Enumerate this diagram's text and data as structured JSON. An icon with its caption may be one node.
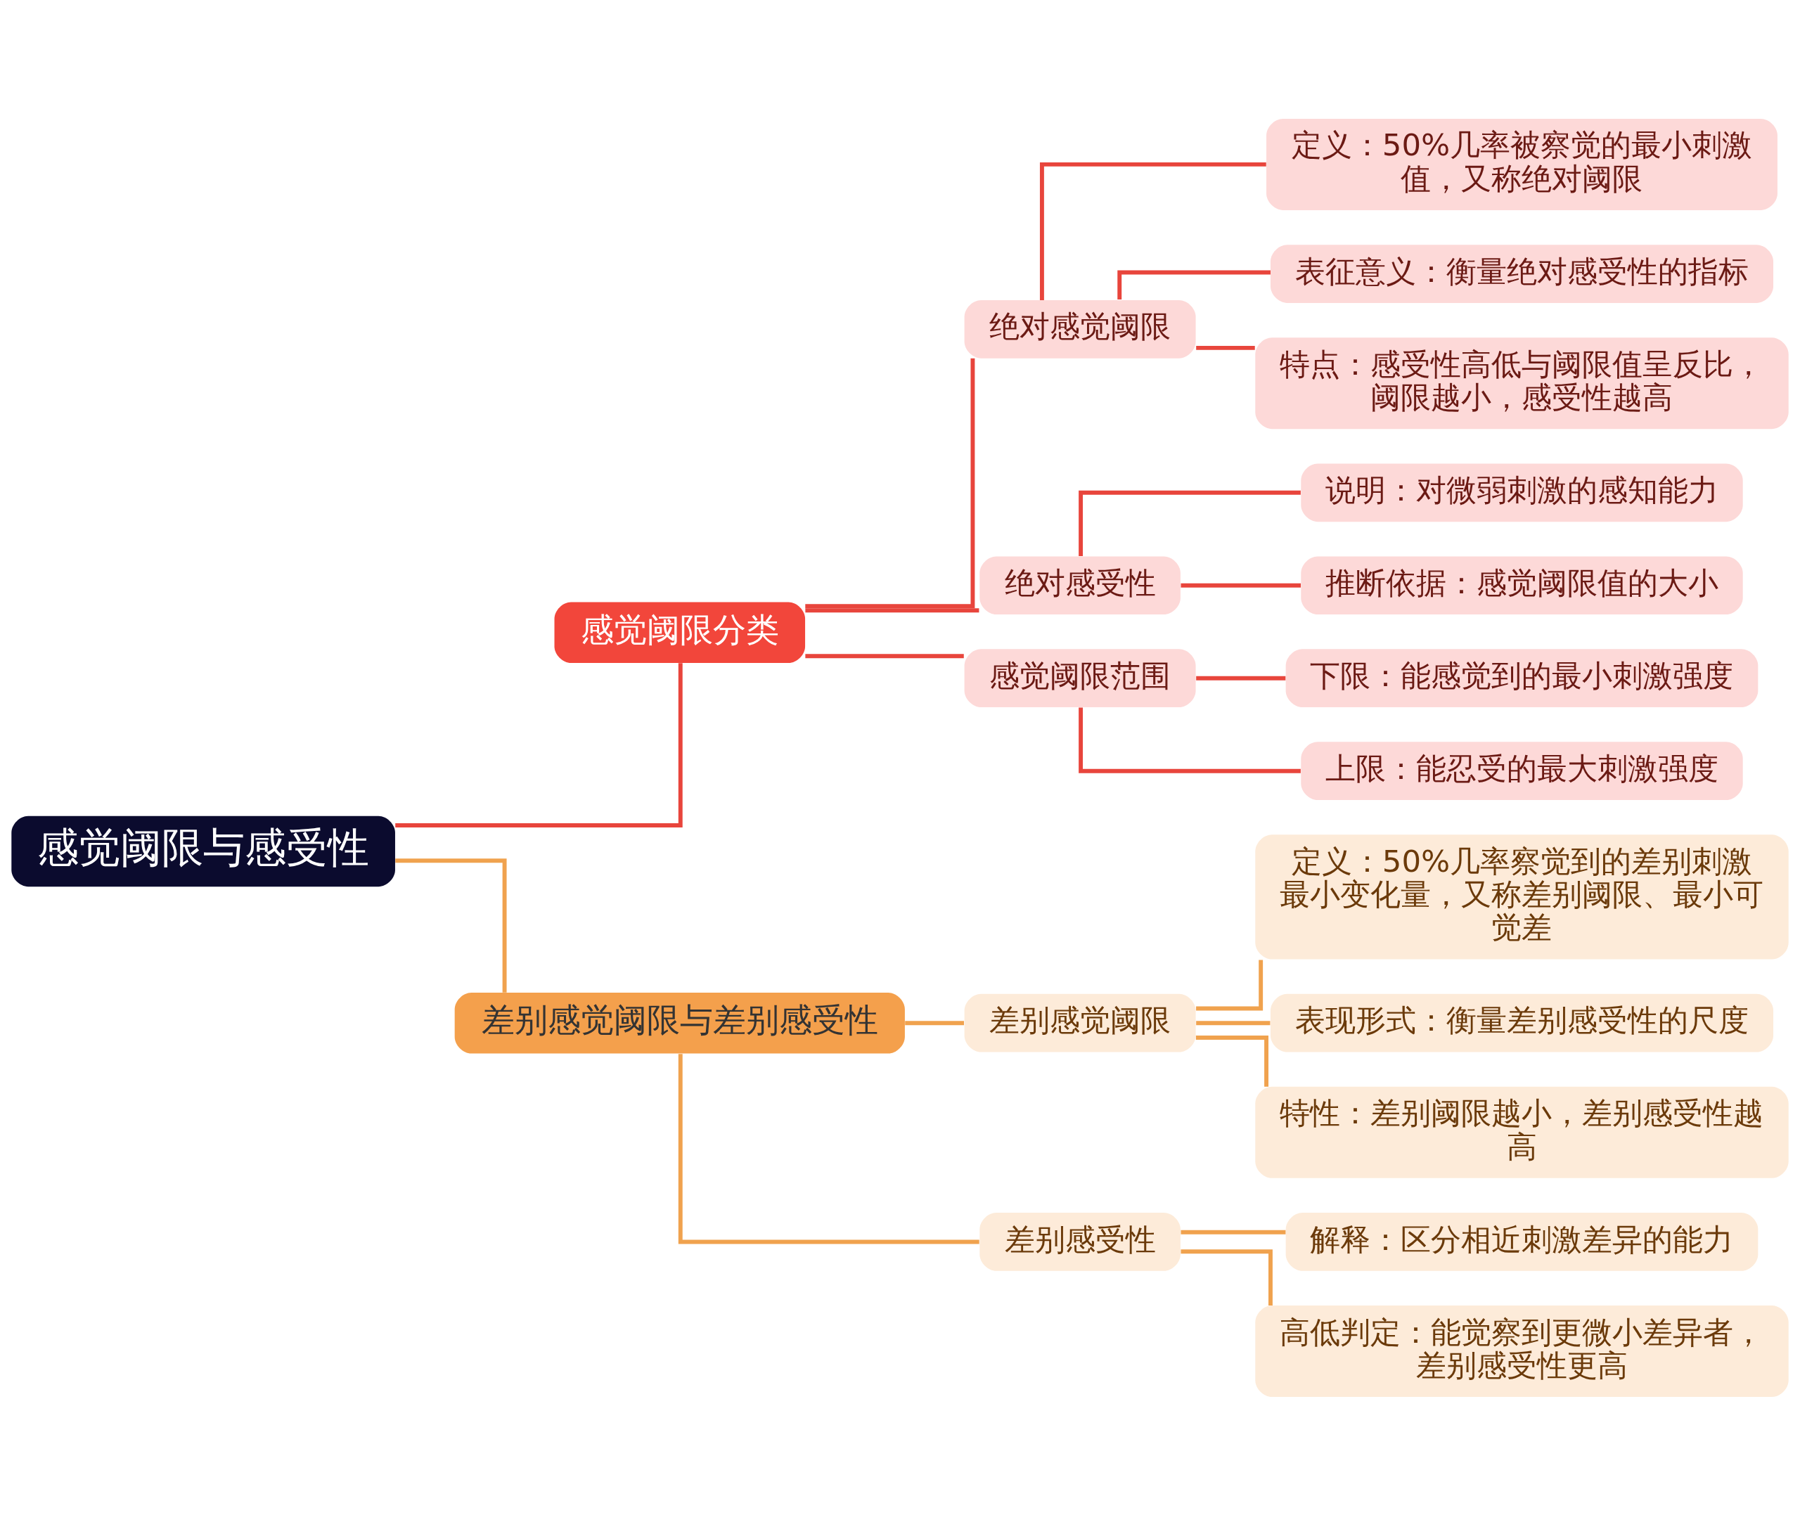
{
  "diagram": {
    "nodes": [
      {
        "text": [
          "感觉阈限与感受性"
        ]
      },
      {
        "text": [
          "感觉阈限分类"
        ]
      },
      {
        "text": [
          "绝对感觉阈限"
        ]
      },
      {
        "text": [
          "定义：50%几率被察觉的最小刺激值，又称绝对阈限"
        ]
      },
      {
        "text": [
          "表征意义：衡量绝对感受性的指标"
        ]
      },
      {
        "text": [
          "特点：感受性高低与阈限值呈反比，阈限越小，感受性越高"
        ]
      },
      {
        "text": [
          "绝对感受性"
        ]
      },
      {
        "text": [
          "说明：对微弱刺激的感知能力"
        ]
      },
      {
        "text": [
          "推断依据：感觉阈限值的大小"
        ]
      },
      {
        "text": [
          "感觉阈限范围"
        ]
      },
      {
        "text": [
          "下限：能感觉到的最小刺激强度"
        ]
      },
      {
        "text": [
          "上限：能忍受的最大刺激强度"
        ]
      },
      {
        "text": [
          "差别感觉阈限与差别感受性"
        ]
      },
      {
        "text": [
          "差别感觉阈限"
        ]
      },
      {
        "text": [
          "定义：50%几率察觉到的差别刺激最小变化量，又称差别阈限、最小可觉差"
        ]
      },
      {
        "text": [
          "表现形式：衡量差别感受性的尺度"
        ]
      },
      {
        "text": [
          "特性：差别阈限越小，差别感受性越高"
        ]
      },
      {
        "text": [
          "差别感受性"
        ]
      },
      {
        "text": [
          "解释：区分相近刺激差异的能力"
        ]
      },
      {
        "text": [
          "高低判定：能觉察到更微小差异者，差别感受性更高"
        ]
      }
    ],
    "edges": [
      {
        "from": 0,
        "to": 1,
        "arrow": "none"
      },
      {
        "from": 1,
        "to": 2,
        "arrow": "none"
      },
      {
        "from": 2,
        "to": 3,
        "arrow": "none"
      },
      {
        "from": 2,
        "to": 4,
        "arrow": "none"
      },
      {
        "from": 2,
        "to": 5,
        "arrow": "none"
      },
      {
        "from": 1,
        "to": 6,
        "arrow": "none"
      },
      {
        "from": 6,
        "to": 7,
        "arrow": "none"
      },
      {
        "from": 6,
        "to": 8,
        "arrow": "none"
      },
      {
        "from": 1,
        "to": 9,
        "arrow": "none"
      },
      {
        "from": 9,
        "to": 10,
        "arrow": "none"
      },
      {
        "from": 9,
        "to": 11,
        "arrow": "none"
      },
      {
        "from": 0,
        "to": 12,
        "arrow": "none",
        "color": "#f0a24e"
      },
      {
        "from": 12,
        "to": 13,
        "arrow": "none",
        "color": "#f0a24e"
      },
      {
        "from": 13,
        "to": 14,
        "arrow": "none",
        "color": "#f0a24e"
      },
      {
        "from": 13,
        "to": 15,
        "arrow": "none",
        "color": "#f0a24e"
      },
      {
        "from": 13,
        "to": 16,
        "arrow": "none",
        "color": "#f0a24e"
      },
      {
        "from": 12,
        "to": 17,
        "arrow": "none",
        "color": "#f0a24e"
      },
      {
        "from": 17,
        "to": 18,
        "arrow": "none",
        "color": "#f0a24e"
      },
      {
        "from": 17,
        "to": 19,
        "arrow": "none",
        "color": "#f0a24e"
      }
    ]
  }
}
